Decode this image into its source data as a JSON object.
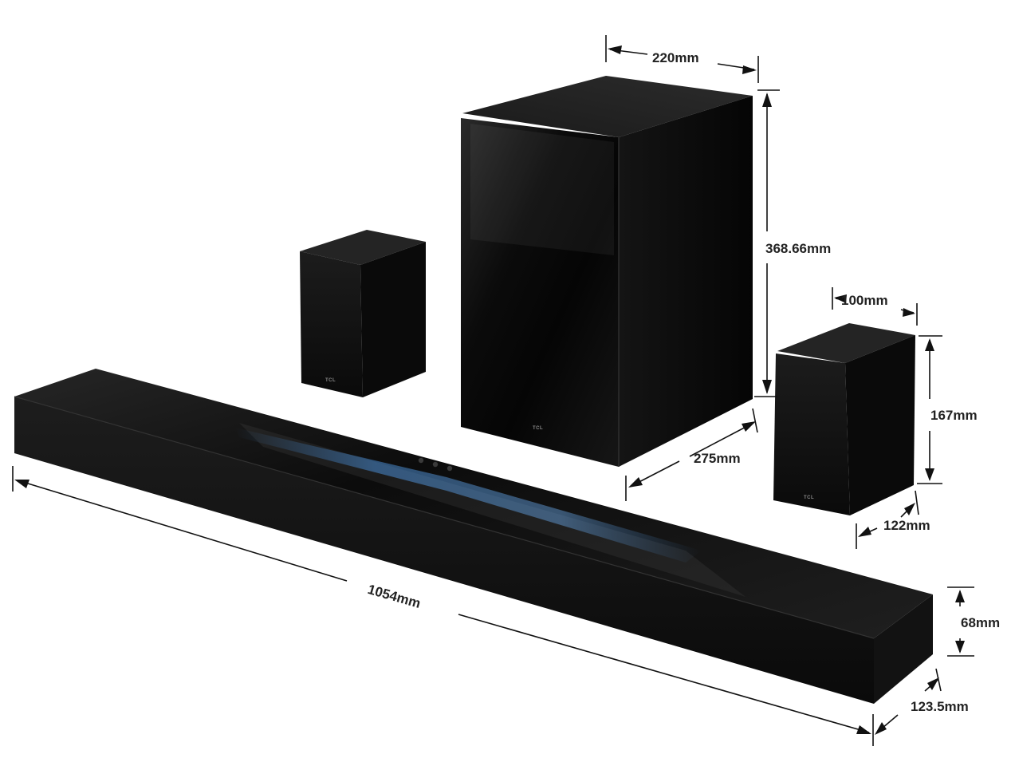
{
  "products": {
    "brand": "TCL",
    "subwoofer": {
      "width": "220mm",
      "height": "368.66mm",
      "depth": "275mm"
    },
    "rear_speaker_right": {
      "width": "100mm",
      "height": "167mm",
      "depth": "122mm"
    },
    "soundbar": {
      "width": "1054mm",
      "height": "68mm",
      "depth": "123.5mm"
    }
  },
  "colors": {
    "product_black": "#0d0d0d",
    "glass_highlight": "#3a3a3a",
    "blue_light": "#4a8fd8",
    "dimension_lines": "#111111",
    "background": "#ffffff"
  }
}
